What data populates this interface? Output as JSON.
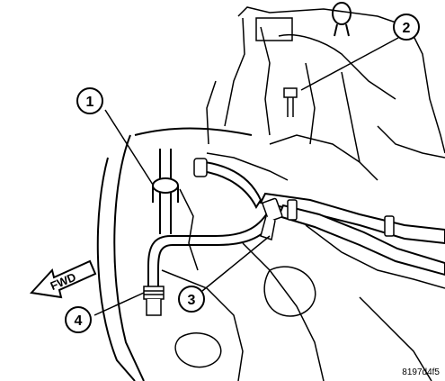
{
  "callouts": [
    {
      "number": "1"
    },
    {
      "number": "2"
    },
    {
      "number": "3"
    },
    {
      "number": "4"
    }
  ],
  "direction_label": "FWD",
  "figure_code": "8197d4f5",
  "colors": {
    "line": "#000000",
    "background": "#ffffff"
  }
}
